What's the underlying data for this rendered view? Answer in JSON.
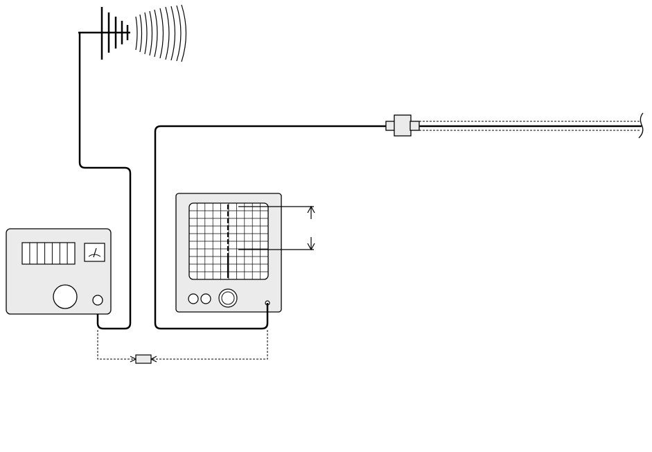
{
  "diagram": {
    "type": "schematic",
    "components": [
      "antenna",
      "signal-instrument",
      "oscilloscope",
      "coaxial-connector",
      "coaxial-cable",
      "probe-link"
    ]
  },
  "colors": {
    "line": "#000000",
    "panel": "#ebebeb",
    "background": "#ffffff"
  }
}
